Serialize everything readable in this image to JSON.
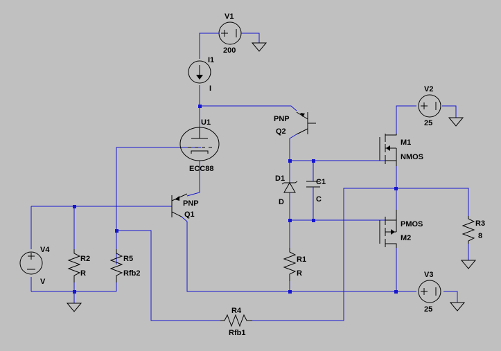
{
  "schematic": {
    "components": [
      {
        "id": "V1",
        "value": "200"
      },
      {
        "id": "I1",
        "value": "I"
      },
      {
        "id": "U1",
        "value": "ECC88"
      },
      {
        "id": "Q2",
        "value": "PNP"
      },
      {
        "id": "Q1",
        "value": "PNP"
      },
      {
        "id": "D1",
        "value": "D"
      },
      {
        "id": "C1",
        "value": "C"
      },
      {
        "id": "V2",
        "value": "25"
      },
      {
        "id": "M1",
        "value": "NMOS"
      },
      {
        "id": "M2",
        "value": "PMOS"
      },
      {
        "id": "R3",
        "value": "8"
      },
      {
        "id": "V3",
        "value": "25"
      },
      {
        "id": "V4",
        "value": "V"
      },
      {
        "id": "R2",
        "value": "R"
      },
      {
        "id": "R5",
        "value": "Rfb2"
      },
      {
        "id": "R1",
        "value": "R"
      },
      {
        "id": "R4",
        "value": "Rfb1"
      }
    ],
    "colors": {
      "background": "#c0c0c0",
      "wire": "#1616d0",
      "symbol": "#000000"
    }
  }
}
